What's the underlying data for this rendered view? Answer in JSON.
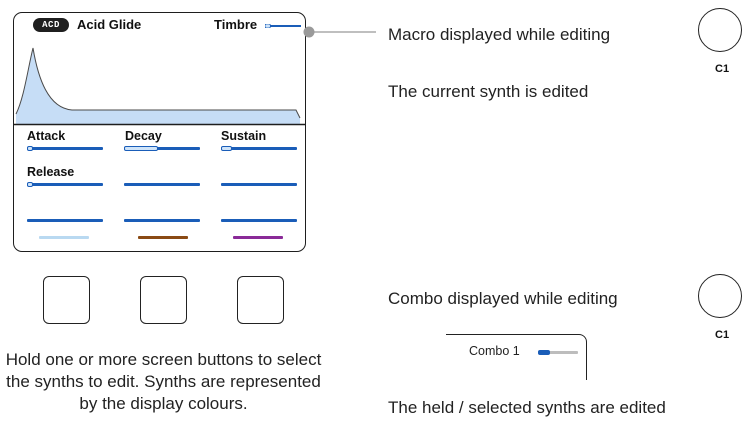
{
  "display": {
    "badge": "ACD",
    "synth_name": "Acid Glide",
    "macro_name": "Timbre",
    "macro_value": 0.15,
    "params": [
      {
        "label": "Attack",
        "value": 0.05
      },
      {
        "label": "Decay",
        "value": 0.45
      },
      {
        "label": "Sustain",
        "value": 0.15
      },
      {
        "label": "Release",
        "value": 0.06
      },
      {
        "label": "",
        "value": 0
      },
      {
        "label": "",
        "value": 0
      },
      {
        "label": "",
        "value": 0
      },
      {
        "label": "",
        "value": 0
      },
      {
        "label": "",
        "value": 0
      }
    ],
    "synth_colours": [
      "#b9d9f1",
      "#8a4a14",
      "#8a2a98"
    ]
  },
  "screen_buttons": 3,
  "help_text": "Hold one or more screen buttons to select the synths to edit. Synths are represented by the display colours.",
  "annotations": {
    "macro_caption": "Macro displayed while editing",
    "current_caption": "The current synth is edited",
    "combo_caption": "Combo displayed while editing",
    "held_caption": "The held / selected synths are edited",
    "knob_label": "C1"
  },
  "combo": {
    "label": "Combo 1",
    "value": 0.3
  },
  "colors": {
    "accent": "#1a5db8",
    "envelope_fill": "#c6ddf6",
    "connector": "#999999"
  }
}
